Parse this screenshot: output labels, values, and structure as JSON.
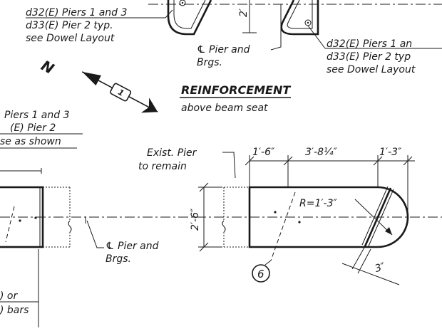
{
  "labels": {
    "top_left_1": "d32(E) Piers 1 and 3",
    "top_left_2": "d33(E) Pier 2 typ.",
    "top_left_3": "see Dowel Layout",
    "top_right_1": "d32(E) Piers 1 an",
    "top_right_2": "d33(E) Pier 2 typ",
    "top_right_3": "see Dowel Layout",
    "cl_pier_brgs_top_1": "℄ Pier and",
    "cl_pier_brgs_top_2": "Brgs.",
    "reinforcement_title": "REINFORCEMENT",
    "reinforcement_sub": "above beam seat",
    "left_mid_1": "Piers 1 and 3",
    "left_mid_2": "(E) Pier 2",
    "left_mid_3": "se as shown",
    "exist_pier_1": "Exist. Pier",
    "exist_pier_2": "to remain",
    "cl_pier_brgs_mid_1": "℄ Pier and",
    "cl_pier_brgs_mid_2": "Brgs.",
    "bottom_left_1": ") or",
    "bottom_left_2": ") bars",
    "radius": "R=1′-3″",
    "callout_number": "6"
  },
  "dimensions": {
    "top_1": "1′-6″",
    "top_2": "3′-8¼″",
    "top_3": "1′-3″",
    "side_height": "2′-6″",
    "top_cut_height": "2′",
    "bottom_offset": "3″"
  },
  "icons": {
    "north_arrow": "north-arrow-icon",
    "callout": "callout-circle-icon"
  }
}
